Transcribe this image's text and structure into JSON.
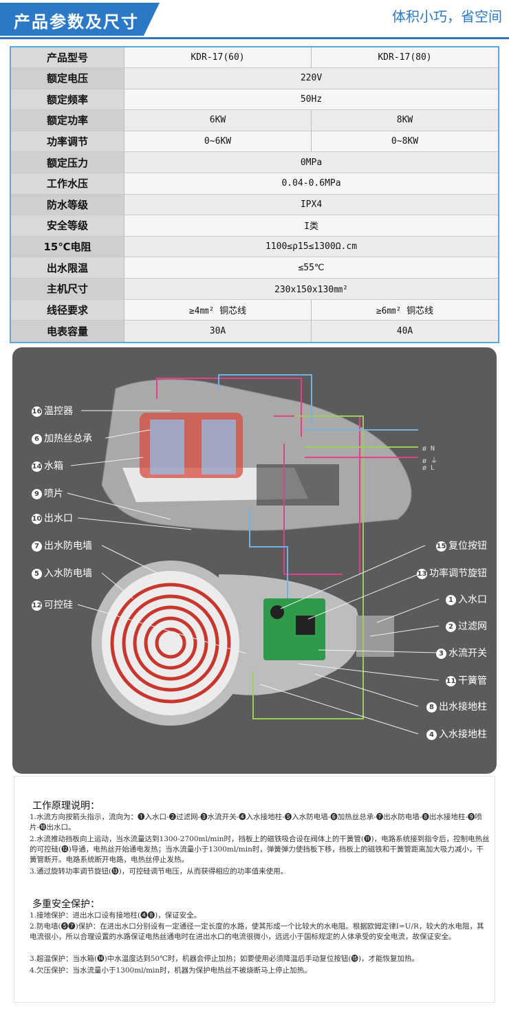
{
  "header": {
    "title": "产品参数及尺寸",
    "slogan": "体积小巧，省空间"
  },
  "spec_table": {
    "rows": [
      {
        "label": "产品型号",
        "values": [
          "KDR-17(60)",
          "KDR-17(80)"
        ]
      },
      {
        "label": "额定电压",
        "values": [
          "220V"
        ]
      },
      {
        "label": "额定频率",
        "values": [
          "50Hz"
        ]
      },
      {
        "label": "额定功率",
        "values": [
          "6KW",
          "8KW"
        ]
      },
      {
        "label": "功率调节",
        "values": [
          "0~6KW",
          "0~8KW"
        ]
      },
      {
        "label": "额定压力",
        "values": [
          "0MPa"
        ]
      },
      {
        "label": "工作水压",
        "values": [
          "0.04-0.6MPa"
        ]
      },
      {
        "label": "防水等级",
        "values": [
          "IPX4"
        ]
      },
      {
        "label": "安全等级",
        "values": [
          "I类"
        ]
      },
      {
        "label": "15℃电阻",
        "values": [
          "1100≤ρ15≤1300Ω.cm"
        ]
      },
      {
        "label": "出水限温",
        "values": [
          "≤55℃"
        ]
      },
      {
        "label": "主机尺寸",
        "values": [
          "230x150x130㎜²"
        ]
      },
      {
        "label": "线径要求",
        "values": [
          "≥4㎜² 铜芯线",
          "≥6㎜² 铜芯线"
        ]
      },
      {
        "label": "电表容量",
        "values": [
          "30A",
          "40A"
        ]
      }
    ]
  },
  "diagram": {
    "callouts_left": [
      {
        "num": "16",
        "label": "温控器"
      },
      {
        "num": "6",
        "label": "加热丝总承"
      },
      {
        "num": "14",
        "label": "水箱"
      },
      {
        "num": "9",
        "label": "喷片"
      },
      {
        "num": "10",
        "label": "出水口"
      },
      {
        "num": "7",
        "label": "出水防电墙"
      },
      {
        "num": "5",
        "label": "入水防电墙"
      },
      {
        "num": "12",
        "label": "可控硅"
      }
    ],
    "callouts_right": [
      {
        "num": "15",
        "label": "复位按钮"
      },
      {
        "num": "13",
        "label": "功率调节旋钮"
      },
      {
        "num": "1",
        "label": "入水口"
      },
      {
        "num": "2",
        "label": "过滤网"
      },
      {
        "num": "3",
        "label": "水流开关"
      },
      {
        "num": "11",
        "label": "干簧管"
      },
      {
        "num": "8",
        "label": "出水接地柱"
      },
      {
        "num": "4",
        "label": "入水接地柱"
      }
    ],
    "wire_labels": [
      "ø N",
      "ø ⏚",
      "ø L"
    ],
    "colors": {
      "panel": "#5b5b5b",
      "wire_pink": "#e0428a",
      "wire_green": "#9ccf5a",
      "wire_blue": "#6fb2e6",
      "coil_red": "#c8362e",
      "board_green": "#2f9a4a"
    }
  },
  "description": {
    "principle_title": "工作原理说明：",
    "principle_items": [
      "1.水流方向按箭头指示，流向为：❶入水口-❷过滤网-❸水流开关-❹入水接地柱-❺入水防电墙-❻加热丝总承-❼出水防电墙-❽出水接地柱-❾喷片-❿出水口。",
      "2.水流推动挡板向上运动，当水流量达到1300-2700ml/min时，挡板上的磁铁吸合设在阀体上的干簧管(⓫)，电路系统接到指令后，控制电热丝的可控硅(⓬)导通，电热丝开始通电发热；当水流量小于1300ml/min时，弹簧弹力使挡板下移，挡板上的磁铁和干簧管距离加大吸力减小，干簧管断开。电路系统断开电路，电热丝停止发热。",
      "3.通过旋转功率调节旋钮(⓭)，可控硅调节电压，从而获得相应的功率值来使用。"
    ],
    "safety_title": "多重安全保护：",
    "safety_items": [
      "1.接地保护：进出水口设有接地柱(❹❽)，保证安全。",
      "2.防电墙(❺❼)保护：在进出水口分别设有一定通径一定长度的水路，使其形成一个比较大的水电阻。根据欧姆定律I=U/R，较大的水电阻，其电流很小，所以合理设置的水路保证电热丝通电时在进出水口的电流很微小，远远小于国标规定的人体承受的安全电流，故保证安全。",
      "3.超温保护：当水箱(⓮)中水温度达到50℃时，机器会停止加热；如要使用必须降温后手动复位按钮(⓯)，才能恢复加热。",
      "4.欠压保护：当水流量小于1300ml/min时，机器为保护电热丝不被烧断马上停止加热。"
    ]
  }
}
